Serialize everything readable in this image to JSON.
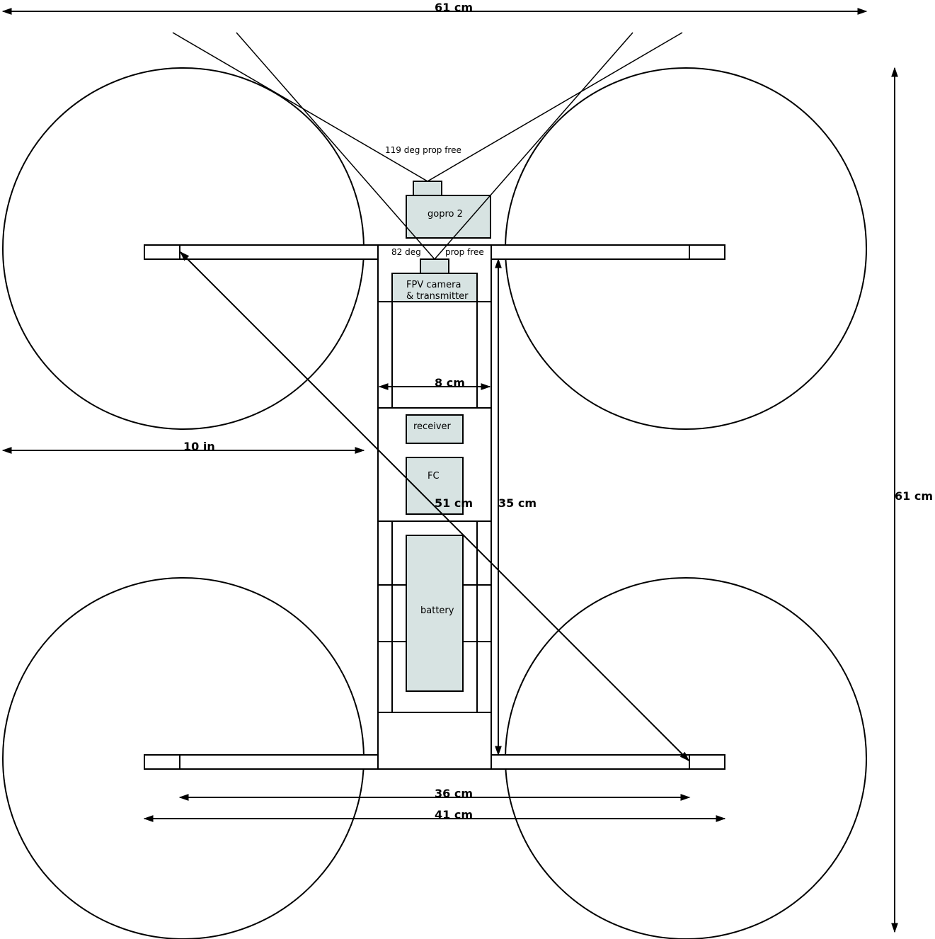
{
  "dimensions": {
    "overall_width": "61 cm",
    "overall_height": "61 cm",
    "prop_diameter": "10 in",
    "body_width": "8 cm",
    "diagonal": "51 cm",
    "arm_length": "35 cm",
    "motor_span": "36 cm",
    "arm_span": "41 cm"
  },
  "fov": {
    "gopro_angle": "119 deg prop free",
    "fpv_angle_a": "82 deg",
    "fpv_angle_b": "prop free"
  },
  "components": {
    "gopro": "gopro 2",
    "fpv_line1": "FPV camera",
    "fpv_line2": "& transmitter",
    "receiver": "receiver",
    "fc": "FC",
    "battery": "battery"
  },
  "colors": {
    "component_fill": "#d7e3e2",
    "stroke": "#000000"
  }
}
